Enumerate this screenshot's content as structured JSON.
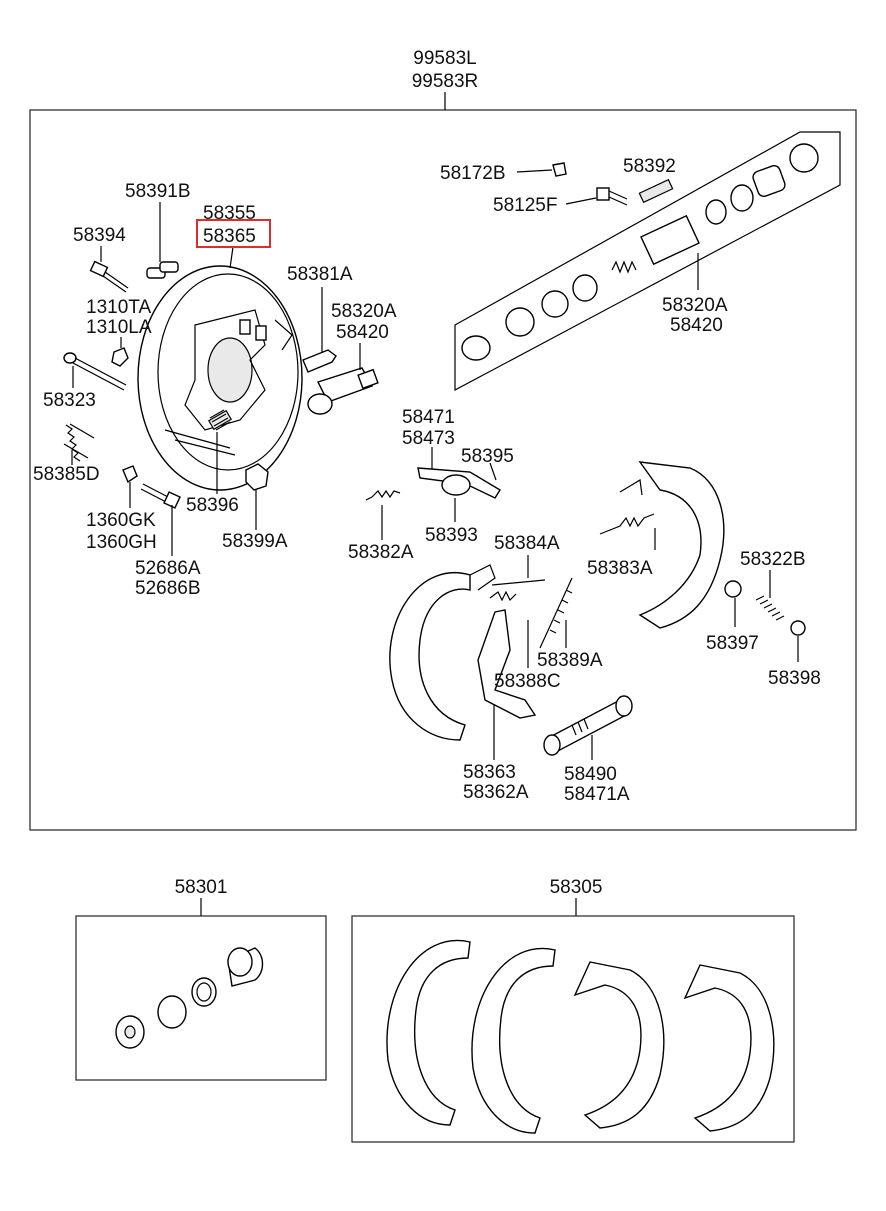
{
  "assembly_labels": [
    "99583L",
    "99583R"
  ],
  "highlight_color": "#d9302c",
  "parts": {
    "p58391B": "58391B",
    "p58355": "58355",
    "p58365": "58365",
    "p58394": "58394",
    "p58381A": "58381A",
    "p58320A_left": "58320A",
    "p58420_left": "58420",
    "p1310TA": "1310TA",
    "p1310LA": "1310LA",
    "p58323": "58323",
    "p58385D": "58385D",
    "p58396": "58396",
    "p58399A": "58399A",
    "p1360GK": "1360GK",
    "p1360GH": "1360GH",
    "p52686A": "52686A",
    "p52686B": "52686B",
    "p58172B": "58172B",
    "p58392": "58392",
    "p58125F": "58125F",
    "p58320A_right": "58320A",
    "p58420_right": "58420",
    "p58471": "58471",
    "p58473": "58473",
    "p58395": "58395",
    "p58393": "58393",
    "p58382A": "58382A",
    "p58384A": "58384A",
    "p58383A": "58383A",
    "p58322B": "58322B",
    "p58397": "58397",
    "p58398": "58398",
    "p58389A": "58389A",
    "p58388C": "58388C",
    "p58363": "58363",
    "p58362A": "58362A",
    "p58490": "58490",
    "p58471A": "58471A",
    "p58301": "58301",
    "p58305": "58305"
  }
}
